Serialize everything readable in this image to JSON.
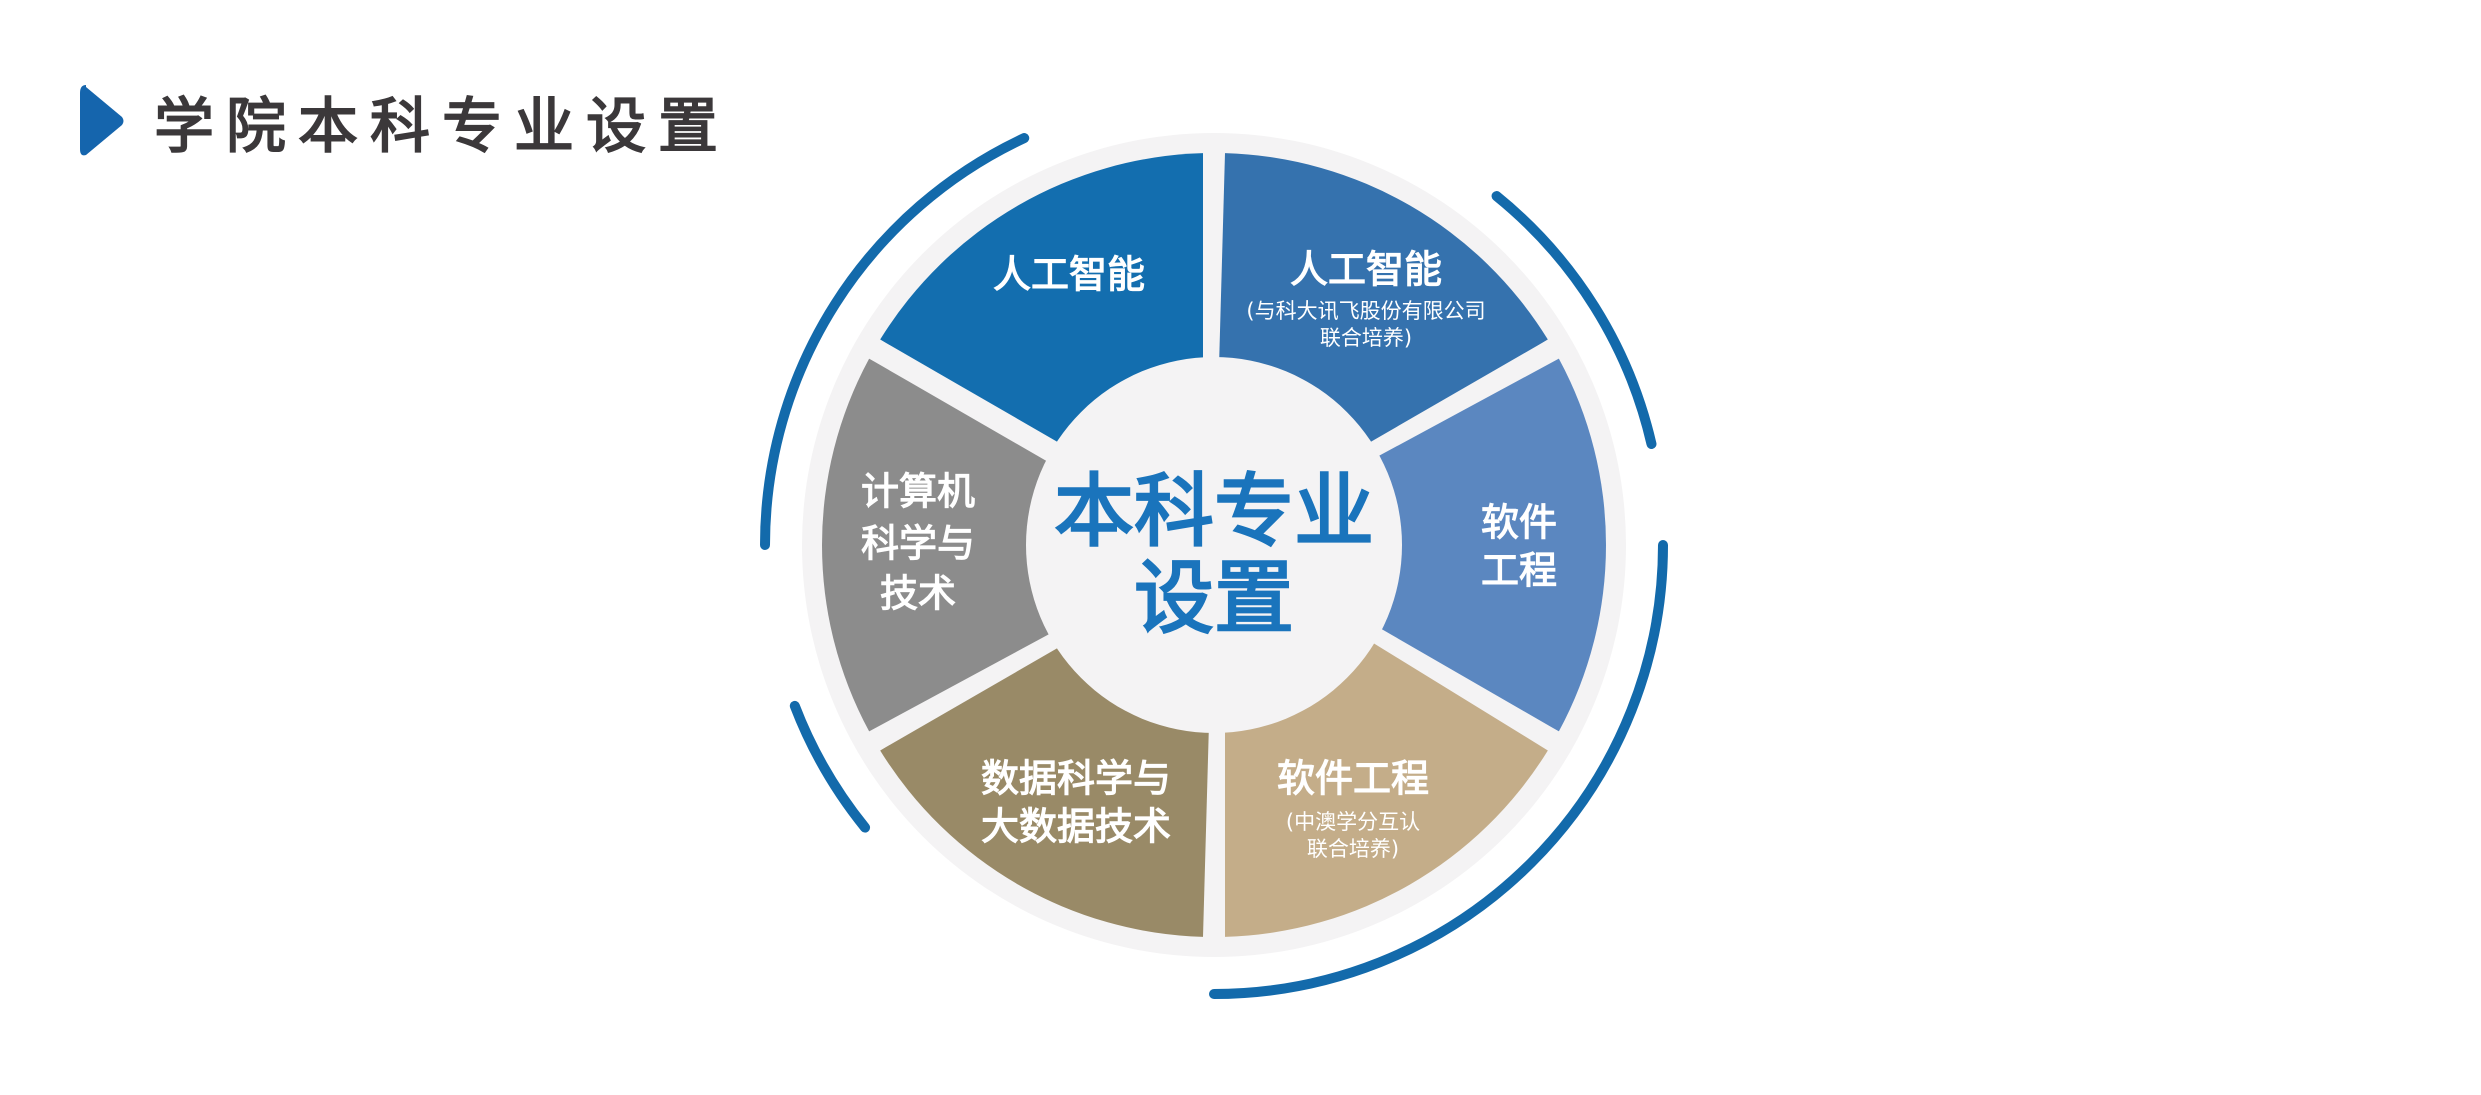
{
  "header": {
    "title": "学院本科专业设置"
  },
  "diagram": {
    "center": {
      "line1": "本科专业",
      "line2": "设置",
      "color": "#1a74bc"
    },
    "segments": [
      {
        "id": "ai",
        "lines": [
          "人工智能"
        ],
        "sub": [],
        "color": "#136eaf"
      },
      {
        "id": "ai-iflytek",
        "lines": [
          "人工智能"
        ],
        "sub": [
          "(与科大讯飞股份有限公司",
          "联合培养)"
        ],
        "color": "#3572ae"
      },
      {
        "id": "software-eng",
        "lines": [
          "软件",
          "工程"
        ],
        "sub": [],
        "color": "#5b87c0"
      },
      {
        "id": "software-eng-joint",
        "lines": [
          "软件工程"
        ],
        "sub": [
          "(中澳学分互认",
          "联合培养)"
        ],
        "color": "#c4ad89"
      },
      {
        "id": "data-science",
        "lines": [
          "数据科学与",
          "大数据技术"
        ],
        "sub": [],
        "color": "#998a67"
      },
      {
        "id": "cs",
        "lines": [
          "计算机",
          "科学与",
          "技术"
        ],
        "sub": [],
        "color": "#8c8c8c"
      }
    ],
    "ring_color": "#f4f3f4",
    "arc_color": "#136aab",
    "accent": "#1565ad"
  }
}
